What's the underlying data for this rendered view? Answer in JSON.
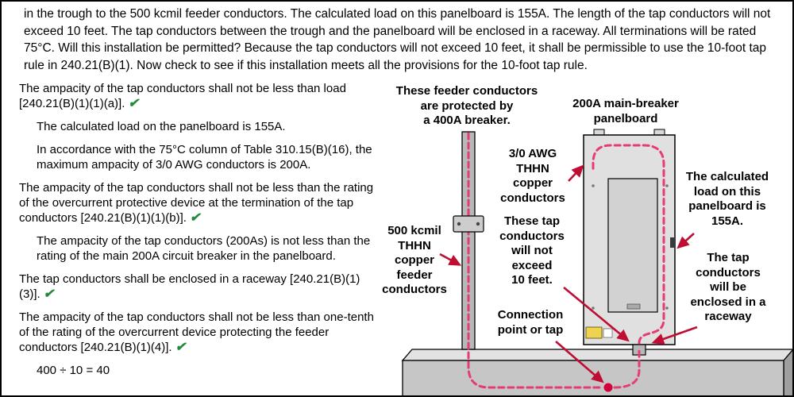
{
  "intro": "in the trough to the 500 kcmil feeder conductors. The calculated load on this panelboard is 155A. The length of the tap conductors will not exceed 10 feet. The tap conductors between the trough and the panelboard will be enclosed in a raceway. All terminations will be rated 75°C. Will this installation be permitted? Because the tap conductors will not exceed 10 feet, it shall be permissible to use the 10-foot tap rule in 240.21(B)(1). Now check to see if this installation meets all the provisions for the 10-foot tap rule.",
  "glyphs": {
    "check": "✔"
  },
  "checklist": [
    {
      "text": "The ampacity of the tap conductors shall not be less than load [240.21(B)(1)(1)(a)].",
      "check": true,
      "indent": false
    },
    {
      "text": "The calculated load on the panelboard is 155A.",
      "check": false,
      "indent": true
    },
    {
      "text": "In accordance with the 75°C column of Table 310.15(B)(16), the maximum ampacity of 3/0 AWG conductors is 200A.",
      "check": false,
      "indent": true
    },
    {
      "text": "The ampacity of the tap conductors shall not be less than the rating of the overcurrent protective device at the termination of the tap conductors [240.21(B)(1)(1)(b)].",
      "check": true,
      "indent": false
    },
    {
      "text": "The ampacity of the tap conductors (200As) is not less than the rating of the main 200A circuit breaker in the panelboard.",
      "check": false,
      "indent": true
    },
    {
      "text": "The tap conductors shall be enclosed in a raceway [240.21(B)(1)(3)].",
      "check": true,
      "indent": false
    },
    {
      "text": "The ampacity of the tap conductors shall not be less than one-tenth of the rating of the overcurrent device protecting the feeder conductors [240.21(B)(1)(4)].",
      "check": true,
      "indent": false
    },
    {
      "text": "400 ÷ 10 = 40",
      "check": false,
      "indent": true
    }
  ],
  "diagram": {
    "labels": {
      "feeder_breaker": "These feeder conductors\nare protected by\na 400A breaker.",
      "panelboard": "200A main-breaker\npanelboard",
      "tap_size": "3/0 AWG\nTHHN\ncopper\nconductors",
      "tap_length": "These tap\nconductors\nwill not\nexceed\n10 feet.",
      "feeder_size": "500 kcmil\nTHHN\ncopper\nfeeder\nconductors",
      "calc_load": "The calculated\nload on this\npanelboard is\n155A.",
      "raceway": "The tap\nconductors\nwill be\nenclosed in a\nraceway",
      "connection": "Connection\npoint or tap"
    },
    "colors": {
      "conductor_dashed": "#e63c72",
      "connection_dot": "#d4003c",
      "arrow": "#c00d33",
      "checkmark": "#1f8a3a",
      "panelboard_fill": "#e0e0e0",
      "trough_fill": "#c6c6c6"
    }
  }
}
